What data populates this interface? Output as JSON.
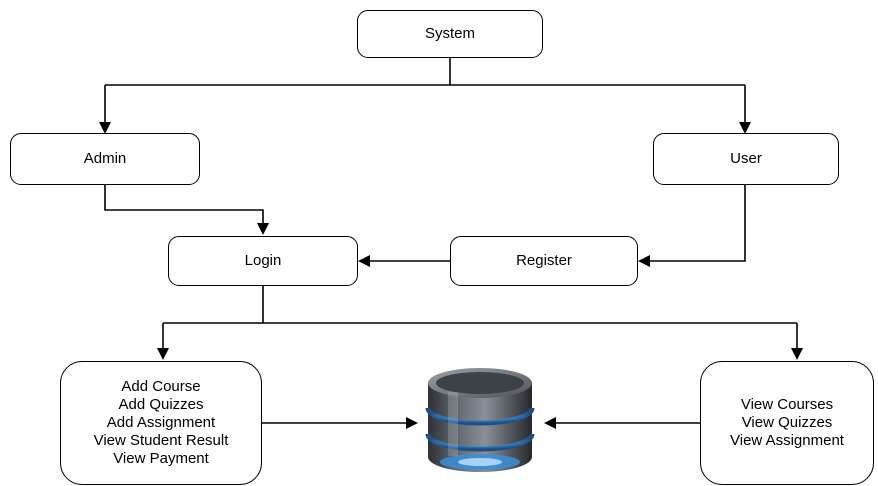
{
  "nodes": {
    "system": "System",
    "admin": "Admin",
    "user": "User",
    "login": "Login",
    "register": "Register",
    "admin_actions": [
      "Add Course",
      "Add Quizzes",
      "Add Assignment",
      "View Student Result",
      "View Payment"
    ],
    "user_actions": [
      "View Courses",
      "View Quizzes",
      "View Assignment"
    ]
  },
  "icons": {
    "storage": "database-icon"
  },
  "colors": {
    "stroke": "#000000",
    "db_body": "#4a4f55",
    "db_glow": "#3a8fd8"
  }
}
